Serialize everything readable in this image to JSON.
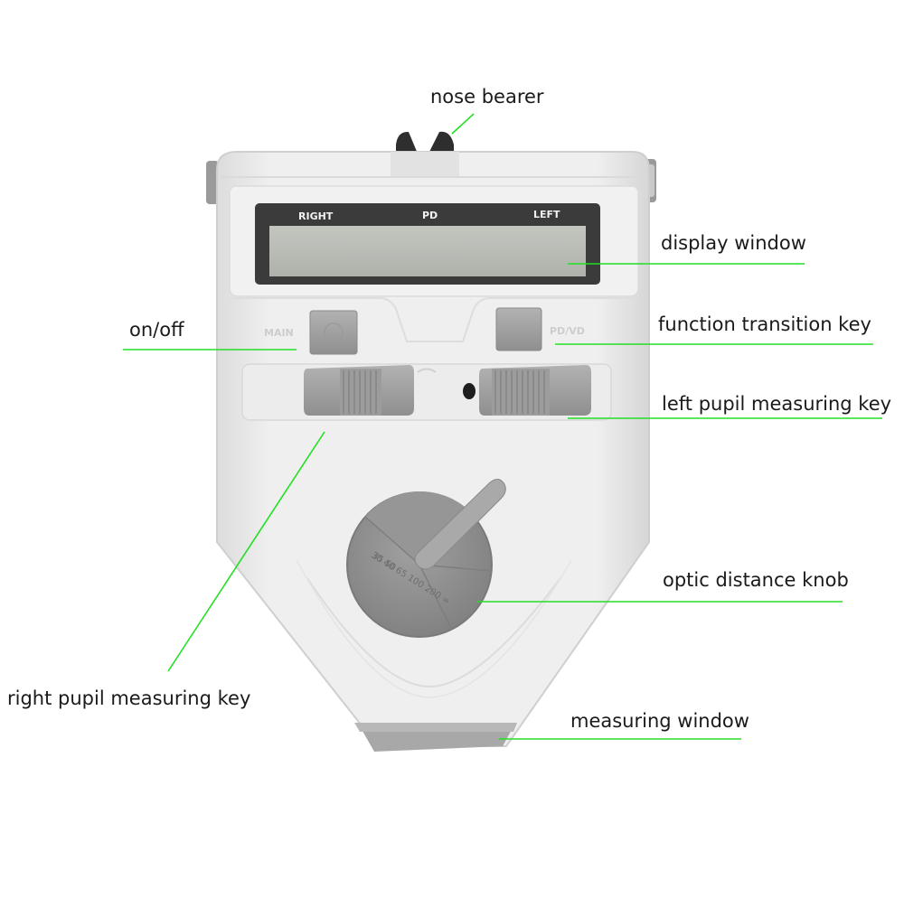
{
  "device": {
    "display_labels": {
      "right": "RIGHT",
      "pd": "PD",
      "left": "LEFT"
    },
    "main_key_label": "MAIN",
    "mode_key_label": "PD/VD",
    "knob_scale_text": "30 40 65 100 200 ∞",
    "knob_scale_text_inner": "35 50"
  },
  "callouts": {
    "nose_bearer": "nose bearer",
    "display_window": "display window",
    "on_off": "on/off",
    "function_transition_key": "function transition key",
    "left_pupil_measuring_key": "left pupil measuring key",
    "optic_distance_knob": "optic distance knob",
    "right_pupil_measuring_key": "right pupil measuring key",
    "measuring_window": "measuring window"
  },
  "colors": {
    "leader_line": "#22e022",
    "device_body": "#eeeeee",
    "device_edge": "#d4d4d4",
    "display_frame": "#3a3a3a",
    "lcd": "#b9bdb6",
    "keys": "#a3a3a3",
    "knob": "#8f8f8f",
    "nose_bearer": "#303030"
  }
}
